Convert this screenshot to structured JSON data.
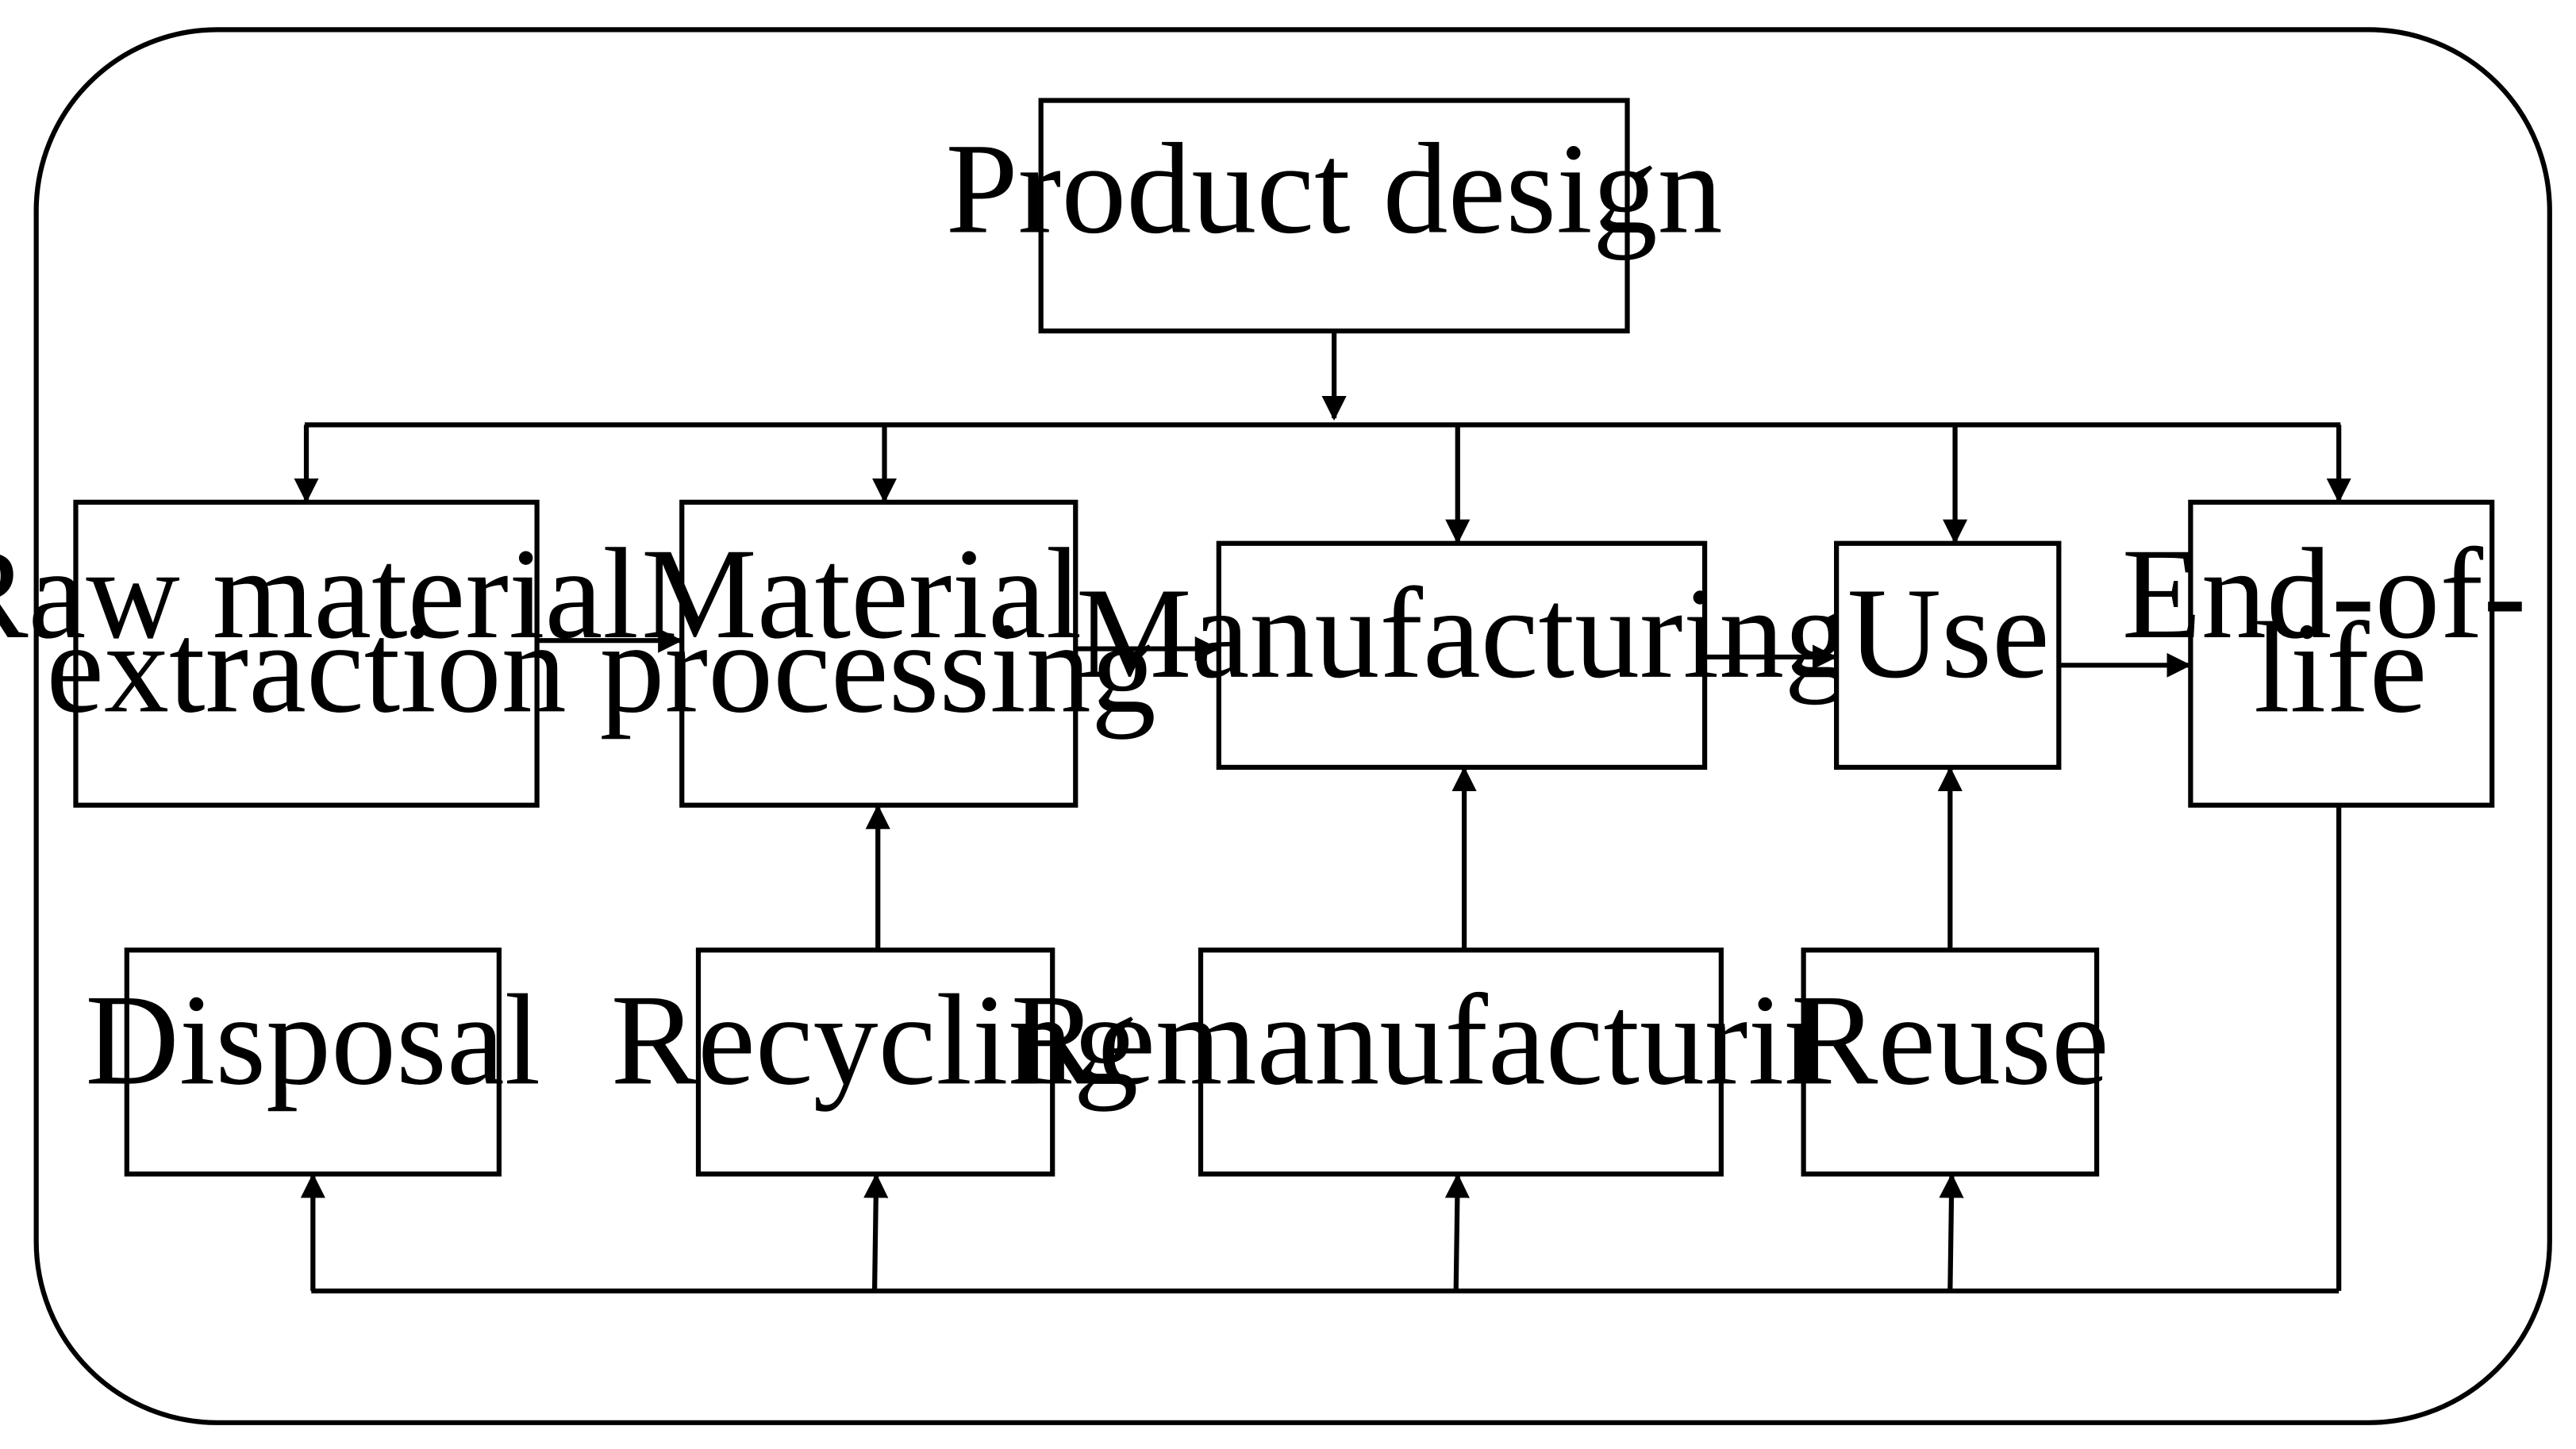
{
  "nodes": {
    "product_design": "Product design",
    "raw_material_extraction": [
      "Raw material",
      "extraction"
    ],
    "material_processing": [
      "Material",
      "processing"
    ],
    "manufacturing": "Manufacturing",
    "use": "Use",
    "end_of_life": [
      "End-of-",
      "life"
    ],
    "disposal": "Disposal",
    "recycling": "Recycling",
    "remanufacturing": "Remanufacturing",
    "reuse": "Reuse"
  },
  "colors": {
    "stroke": "#000000",
    "background": "#ffffff"
  }
}
